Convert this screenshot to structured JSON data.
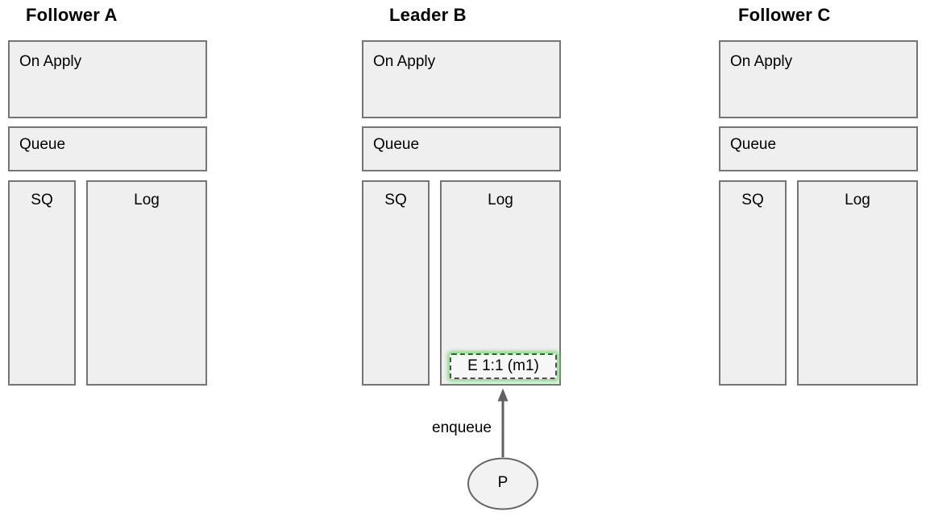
{
  "diagram": {
    "background": "#ffffff",
    "colors": {
      "box_fill": "#efefef",
      "box_border": "#757575",
      "entry_fill": "#f7f7f7",
      "entry_border": "#4f4f4f",
      "entry_glow": "#6ee06e",
      "arrow": "#616161",
      "ellipse_fill": "#f2f2f2",
      "ellipse_border": "#666666",
      "text": "#000000"
    },
    "nodes": [
      {
        "title": "Follower A",
        "boxes": {
          "on_apply": "On Apply",
          "queue": "Queue",
          "sq": "SQ",
          "log": "Log"
        },
        "log_entries": []
      },
      {
        "title": "Leader B",
        "boxes": {
          "on_apply": "On Apply",
          "queue": "Queue",
          "sq": "SQ",
          "log": "Log"
        },
        "log_entries": [
          "E 1:1 (m1)"
        ]
      },
      {
        "title": "Follower C",
        "boxes": {
          "on_apply": "On Apply",
          "queue": "Queue",
          "sq": "SQ",
          "log": "Log"
        },
        "log_entries": []
      }
    ],
    "producer": {
      "label": "P",
      "arrow_label": "enqueue"
    }
  }
}
